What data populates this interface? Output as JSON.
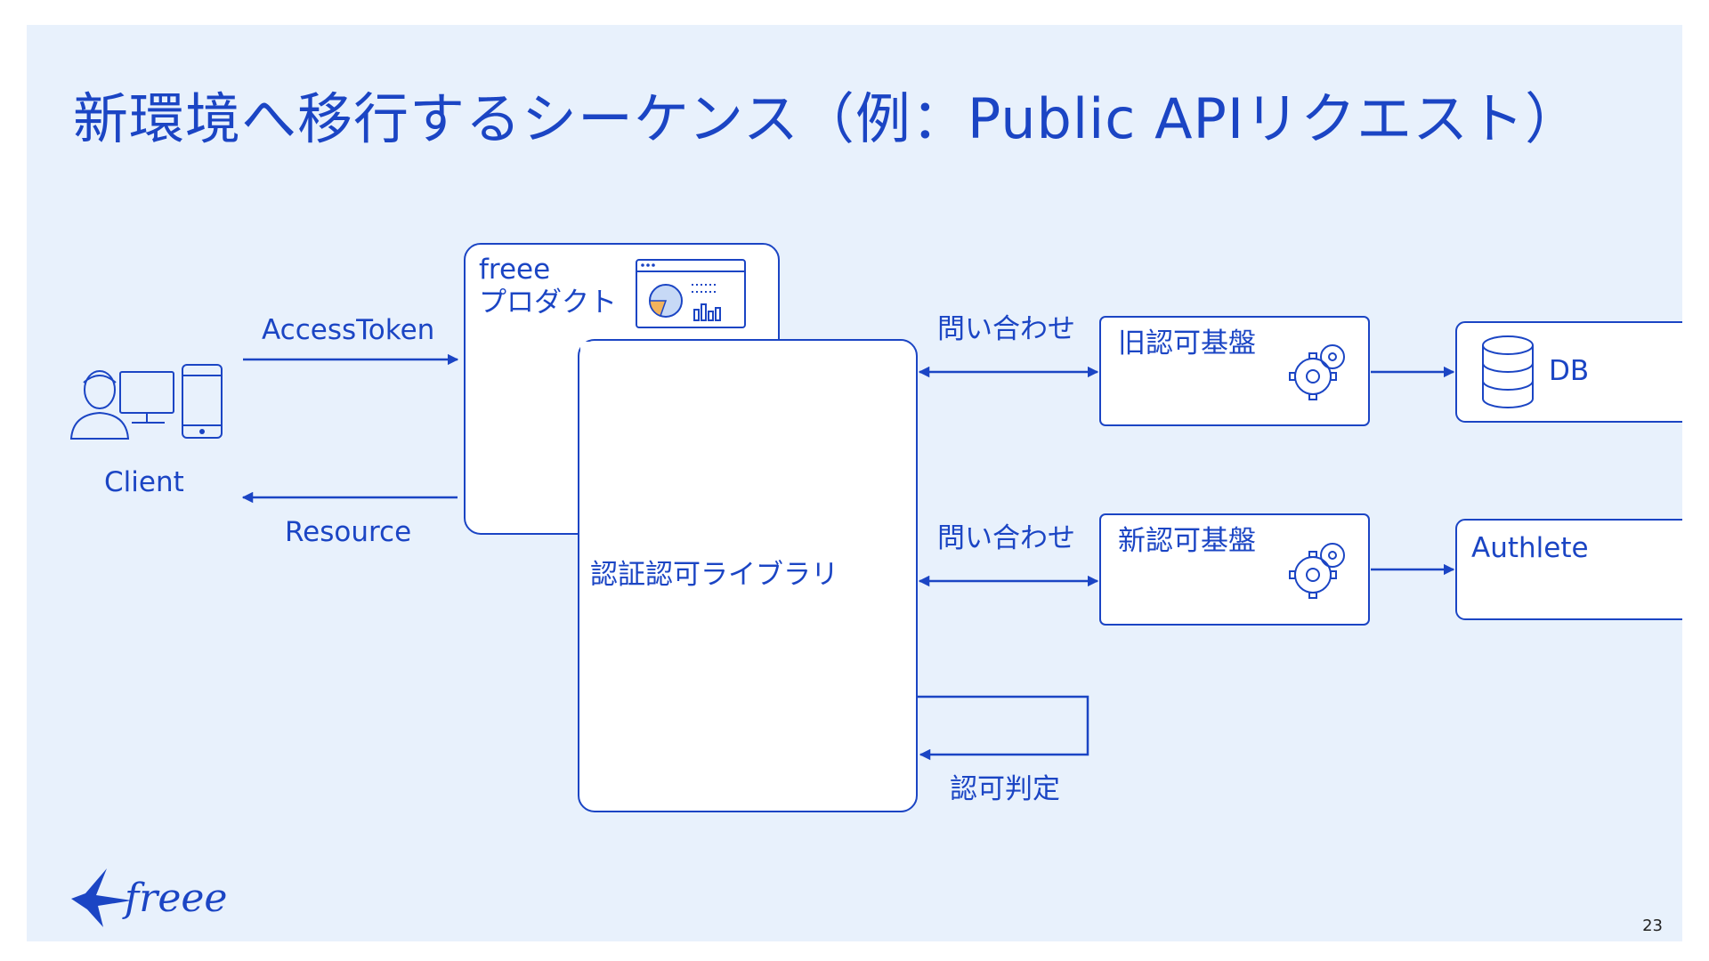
{
  "slide": {
    "title": "新環境へ移行するシーケンス（例：Public APIリクエスト）",
    "page_number": "23",
    "logo_text": "freee"
  },
  "diagram": {
    "client_label": "Client",
    "access_token_label": "AccessToken",
    "resource_label": "Resource",
    "product_label_line1": "freee",
    "product_label_line2": "プロダクト",
    "library_label": "認証認可ライブラリ",
    "query_label_old": "問い合わせ",
    "query_label_new": "問い合わせ",
    "old_platform_label": "旧認可基盤",
    "new_platform_label": "新認可基盤",
    "db_label": "DB",
    "authlete_label": "Authlete",
    "decision_label": "認可判定"
  },
  "colors": {
    "accent": "#1b45c4",
    "background": "#e8f1fc",
    "box_fill": "#ffffff"
  },
  "icons": [
    "client-user-icon",
    "dashboard-icon",
    "gears-icon",
    "database-icon",
    "freee-bird-logo"
  ]
}
